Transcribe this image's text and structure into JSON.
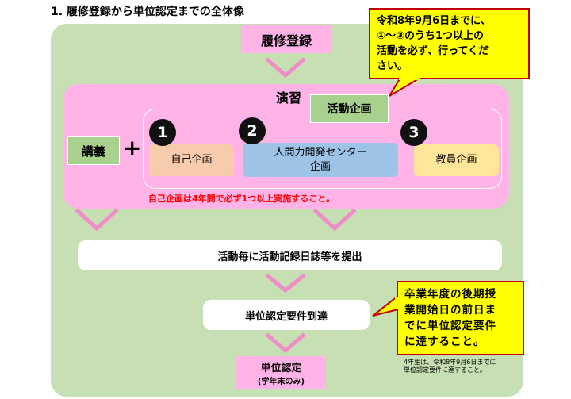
{
  "title": "1. 履修登録から単位認定までの全体像",
  "registration": "履修登録",
  "enshu": "演習",
  "katsudo_kikaku": "活動企画",
  "kogi": "講義",
  "plus": "+",
  "activities": [
    {
      "number": "1",
      "label": "自己企画"
    },
    {
      "number": "2",
      "label_line1": "人間力開発センター",
      "label_line2": "企画"
    },
    {
      "number": "3",
      "label": "教員企画"
    }
  ],
  "self_plan_note": "自己企画は4年間で必ず1つ以上実施すること。",
  "submit_log": "活動毎に活動記録日誌等を提出",
  "requirement_reached": "単位認定要件到達",
  "credit_certification": "単位認定",
  "credit_certification_sub": "(学年末のみ)",
  "callout_top": [
    "令和8年9月6日までに、",
    "①～③のうち1つ以上の",
    "活動を必ず、行ってくだ",
    "さい。"
  ],
  "callout_bottom": [
    "卒業年度の後期授",
    "業開始日の前日ま",
    "でに単位認定要件",
    "に達すること。"
  ],
  "small_note": [
    "4年生は、令和8年9月6日までに",
    "単位認定要件に達すること。"
  ],
  "colors": {
    "background_green": "#c6e0b4",
    "pink": "#ffb3e6",
    "arrow_pink": "#f08cc8",
    "green_box": "#a9d18e",
    "peach": "#f8cbad",
    "blue": "#9dc3e6",
    "yellow_box": "#ffe699",
    "callout_yellow": "#ffff00",
    "callout_border": "#c00000",
    "red_text": "#ff0000"
  }
}
